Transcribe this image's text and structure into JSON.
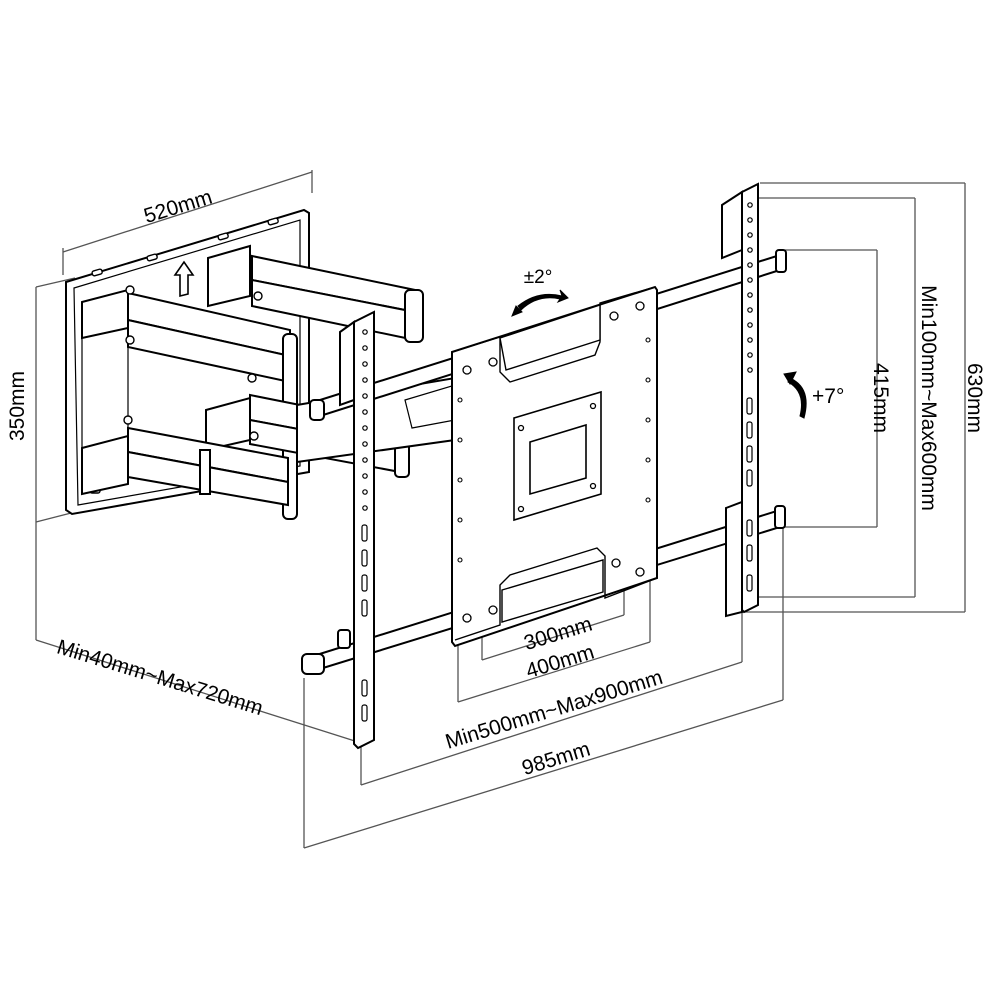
{
  "dimensions": {
    "plate_width": "520mm",
    "plate_height": "350mm",
    "swivel": "±2°",
    "tilt": "+7°",
    "extension": "Min40mm~Max720mm",
    "vesa_small": "300mm",
    "vesa_medium": "400mm",
    "rail_spacing": "Min500mm~Max900mm",
    "overall_width": "985mm",
    "arm_vertical": "415mm",
    "rail_height": "630mm",
    "vertical_adjust": "Min100mm~Max600mm"
  },
  "colors": {
    "line": "#000000",
    "thin_line": "#444444",
    "background": "#ffffff"
  }
}
